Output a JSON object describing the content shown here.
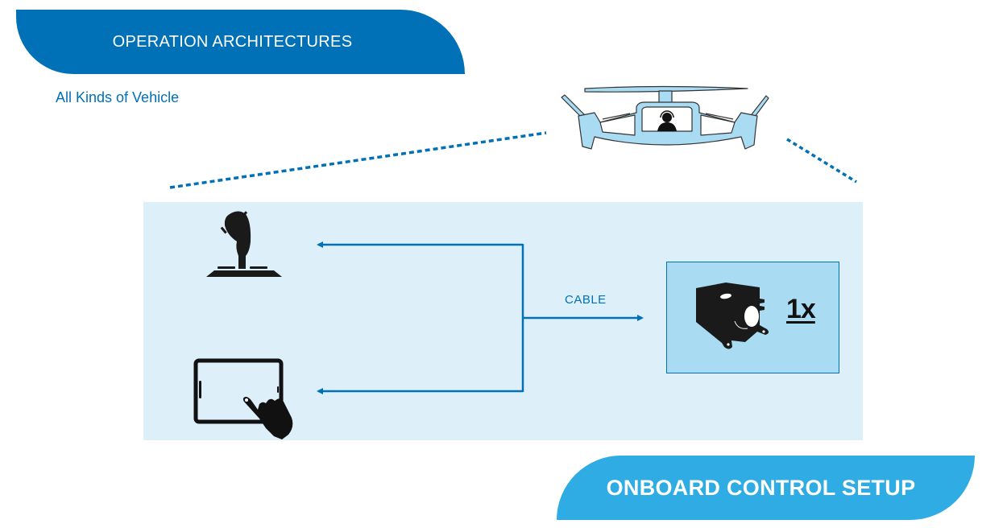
{
  "header": {
    "title": "OPERATION ARCHITECTURES",
    "subtitle": "All Kinds of Vehicle"
  },
  "diagram": {
    "vehicle": {
      "icon": "evtol-aircraft-icon",
      "pilot_icon": "pilot-with-headset-icon"
    },
    "inputs": [
      {
        "name": "joystick",
        "icon": "joystick-icon"
      },
      {
        "name": "touch-tablet",
        "icon": "tablet-touch-icon"
      }
    ],
    "connection": {
      "label": "CABLE"
    },
    "controller": {
      "icon": "control-unit-icon",
      "quantity": "1x"
    }
  },
  "footer": {
    "title": "ONBOARD CONTROL SETUP"
  },
  "colors": {
    "primary": "#0071b6",
    "accent": "#2eace3",
    "panel": "#ddf0fa",
    "box": "#a9dcf3",
    "vehicle_fill": "#a9dcf3",
    "icon": "#1a1a1a"
  }
}
